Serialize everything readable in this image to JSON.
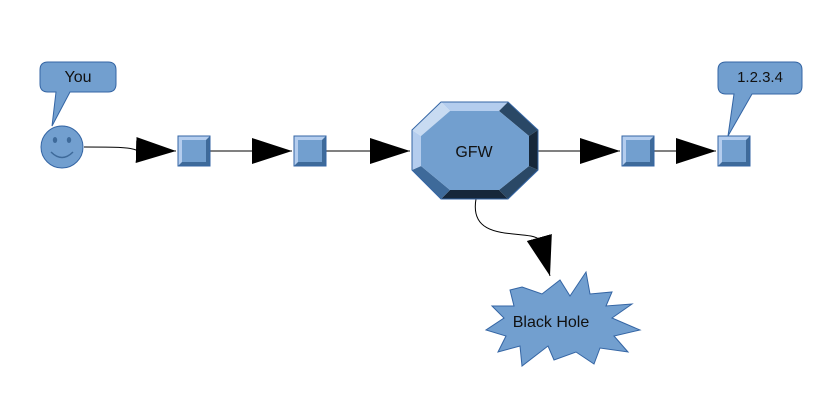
{
  "diagram": {
    "source_label": "You",
    "gateway_label": "GFW",
    "destination_label": "1.2.3.4",
    "sink_label": "Black Hole"
  },
  "colors": {
    "node_fill": "#729fcf",
    "node_light": "#b4cdee",
    "node_dark": "#3e6a9a",
    "node_darkest": "#16273a",
    "stroke": "#3465a4",
    "line": "#000000"
  },
  "icons": {
    "source": "smiley-icon",
    "relay": "square-node-icon",
    "gateway": "octagon-bevel-icon",
    "sink": "starburst-icon"
  }
}
